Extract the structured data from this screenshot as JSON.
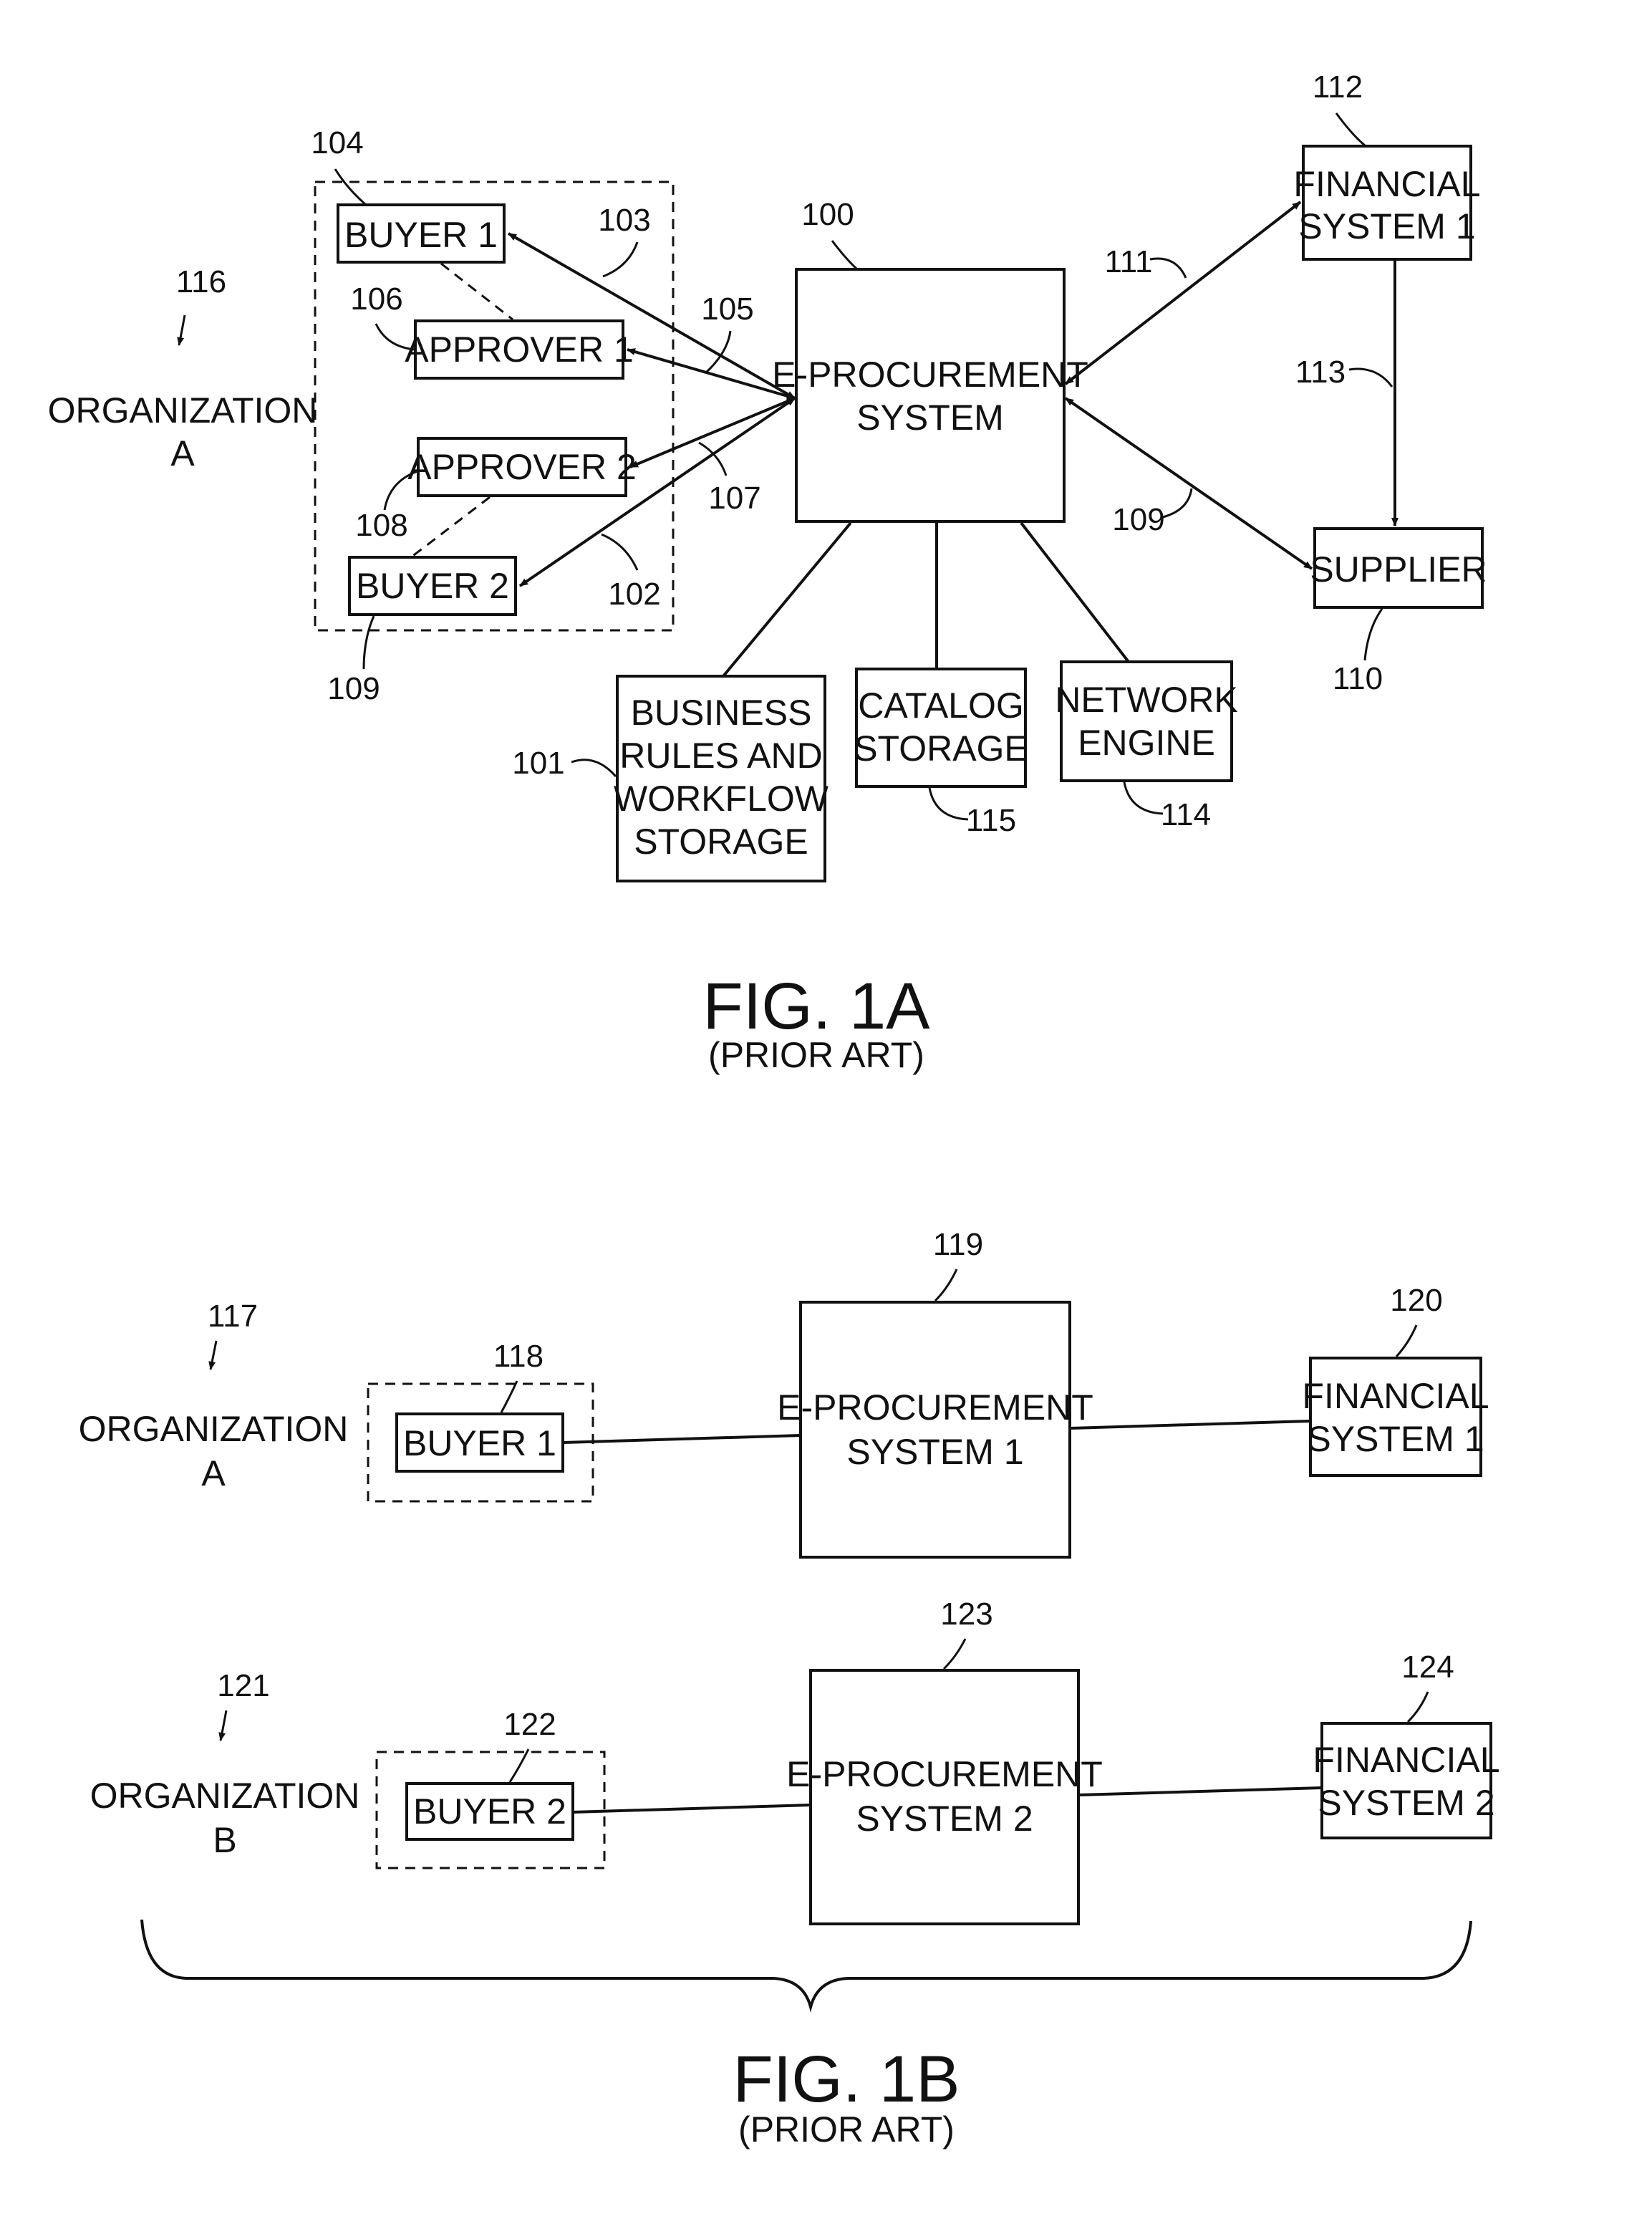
{
  "fig1a": {
    "organization": {
      "line1": "ORGANIZATION",
      "line2": "A",
      "ref": "116"
    },
    "buyer1": {
      "label": "BUYER 1",
      "ref": "104"
    },
    "approver1": {
      "label": "APPROVER 1",
      "ref": "106"
    },
    "approver2": {
      "label": "APPROVER 2",
      "ref": "108"
    },
    "buyer2": {
      "label": "BUYER 2",
      "ref": "109"
    },
    "eprocurement": {
      "line1": "E-PROCUREMENT",
      "line2": "SYSTEM",
      "ref": "100"
    },
    "financial1": {
      "line1": "FINANCIAL",
      "line2": "SYSTEM 1",
      "ref": "112"
    },
    "supplier": {
      "label": "SUPPLIER",
      "ref": "110"
    },
    "business_rules": {
      "line1": "BUSINESS",
      "line2": "RULES AND",
      "line3": "WORKFLOW",
      "line4": "STORAGE",
      "ref": "101"
    },
    "catalog": {
      "line1": "CATALOG",
      "line2": "STORAGE",
      "ref": "115"
    },
    "network": {
      "line1": "NETWORK",
      "line2": "ENGINE",
      "ref": "114"
    },
    "link_refs": {
      "buyer1": "103",
      "approver1": "105",
      "approver2": "107",
      "buyer2": "102",
      "financial": "111",
      "supplier": "109",
      "fin_supplier": "113"
    },
    "caption": "FIG. 1A",
    "subcaption": "(PRIOR ART)"
  },
  "fig1b": {
    "org_a": {
      "line1": "ORGANIZATION",
      "line2": "A",
      "ref": "117"
    },
    "buyer1": {
      "label": "BUYER 1",
      "ref": "118"
    },
    "eproc1": {
      "line1": "E-PROCUREMENT",
      "line2": "SYSTEM 1",
      "ref": "119"
    },
    "financial1": {
      "line1": "FINANCIAL",
      "line2": "SYSTEM 1",
      "ref": "120"
    },
    "org_b": {
      "line1": "ORGANIZATION",
      "line2": "B",
      "ref": "121"
    },
    "buyer2": {
      "label": "BUYER 2",
      "ref": "122"
    },
    "eproc2": {
      "line1": "E-PROCUREMENT",
      "line2": "SYSTEM 2",
      "ref": "123"
    },
    "financial2": {
      "line1": "FINANCIAL",
      "line2": "SYSTEM 2",
      "ref": "124"
    },
    "caption": "FIG. 1B",
    "subcaption": "(PRIOR ART)"
  }
}
